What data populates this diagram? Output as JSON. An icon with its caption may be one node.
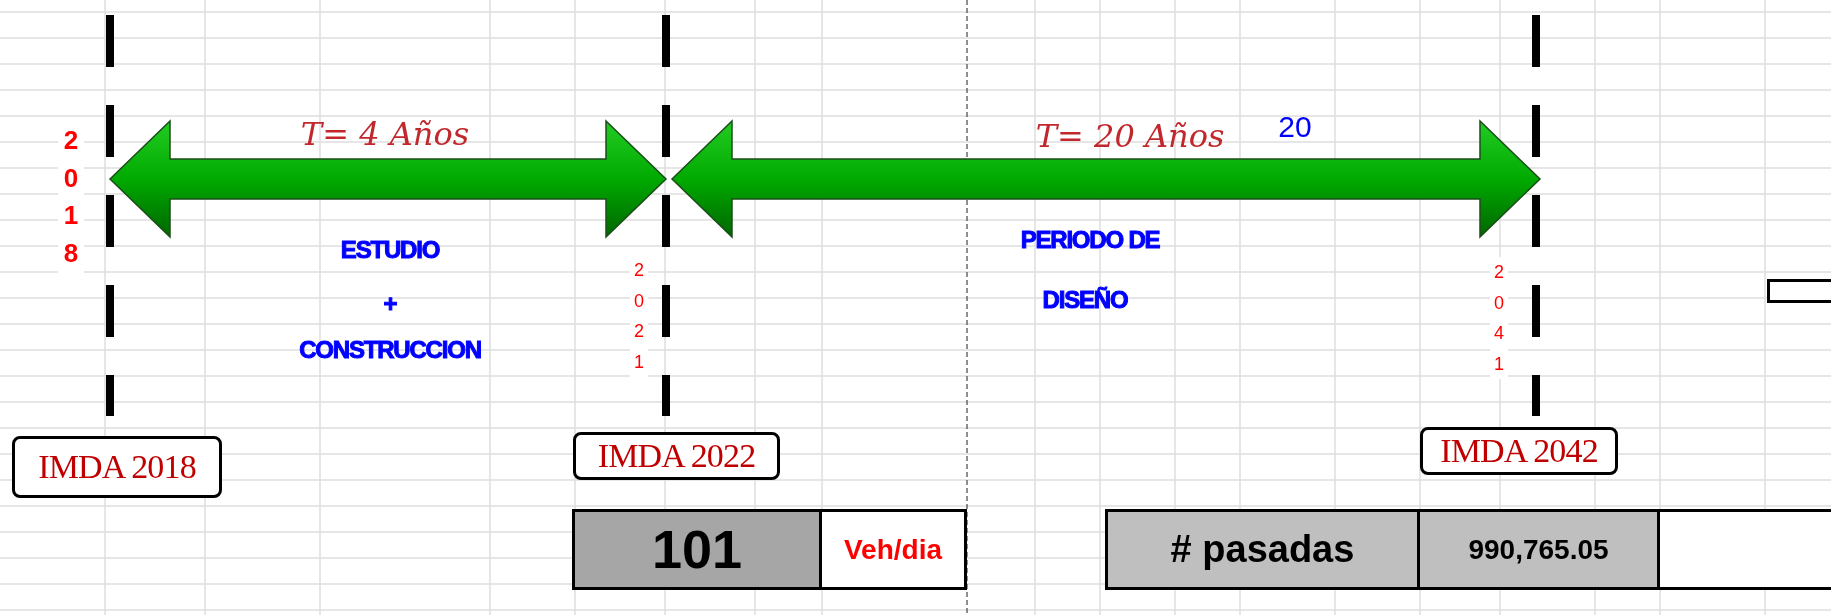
{
  "diagram": {
    "nodes": [
      {
        "text": [
          "IMDA 2018"
        ]
      },
      {
        "text": [
          "IMDA 2022"
        ]
      },
      {
        "text": [
          "IMDA 2042"
        ]
      },
      {
        "text": [
          "101"
        ]
      },
      {
        "text": [
          "Veh/dia"
        ]
      },
      {
        "text": [
          "# pasadas"
        ]
      },
      {
        "text": [
          "990,765.05"
        ]
      },
      {
        "text": [],
        "shape": "box"
      },
      {
        "text": [],
        "shape": "box"
      }
    ],
    "labels": [
      "2018",
      "T= 4 Años",
      "ESTUDIO",
      "+",
      "CONSTRUCCION",
      "2021",
      "T= 20 Años",
      "20",
      "PERIODO DE",
      "DISEÑO",
      "2041"
    ]
  }
}
